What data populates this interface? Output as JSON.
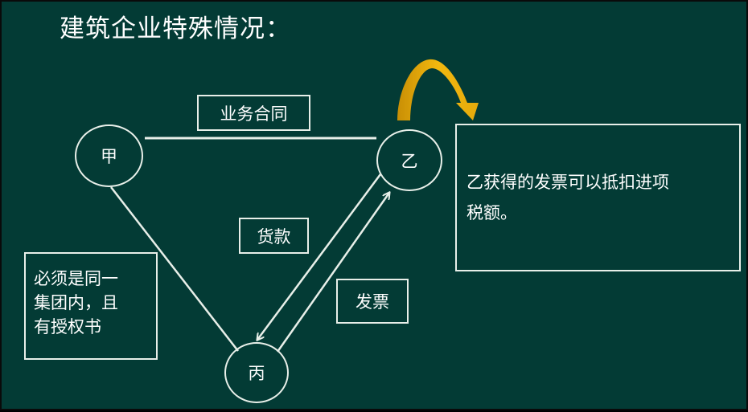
{
  "slide": {
    "title": "建筑企业特殊情况：",
    "nodes": {
      "jia": "甲",
      "yi": "乙",
      "bing": "丙"
    },
    "labels": {
      "contract": "业务合同",
      "payment": "货款",
      "invoice": "发票"
    },
    "notes": {
      "group_requirement": [
        "必须是同一",
        "集团内，且",
        "有授权书"
      ],
      "deduction": [
        "乙获得的发票可以抵扣进项",
        "税额。"
      ]
    },
    "colors": {
      "background": "#033b35",
      "line": "#e8efe9",
      "arrow_accent": "#e6aa0c"
    }
  }
}
